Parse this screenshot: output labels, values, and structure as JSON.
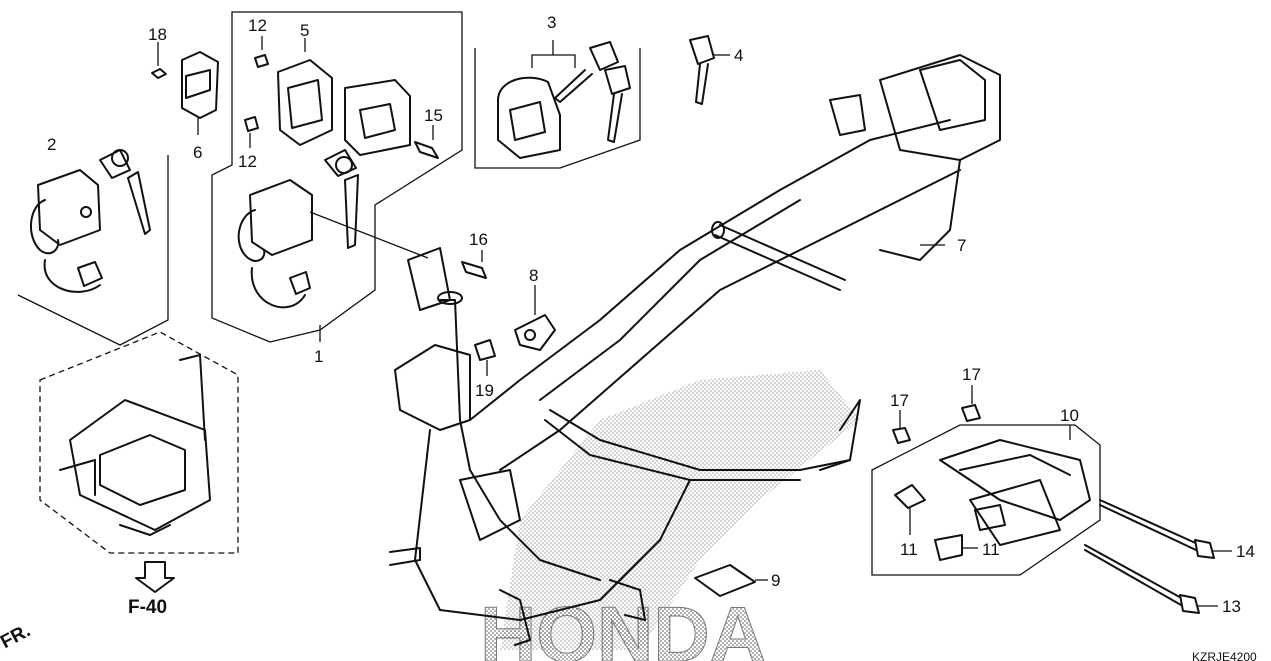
{
  "diagram": {
    "callouts": {
      "n1": "1",
      "n2": "2",
      "n3": "3",
      "n4": "4",
      "n5": "5",
      "n6": "6",
      "n7": "7",
      "n8": "8",
      "n9": "9",
      "n10": "10",
      "n11a": "11",
      "n11b": "11",
      "n12a": "12",
      "n12b": "12",
      "n13": "13",
      "n14": "14",
      "n15": "15",
      "n16": "16",
      "n17a": "17",
      "n17b": "17",
      "n18": "18",
      "n19": "19"
    },
    "reference": "F-40",
    "direction": "FR.",
    "watermark": "HONDA",
    "code": "KZRJE4200"
  }
}
